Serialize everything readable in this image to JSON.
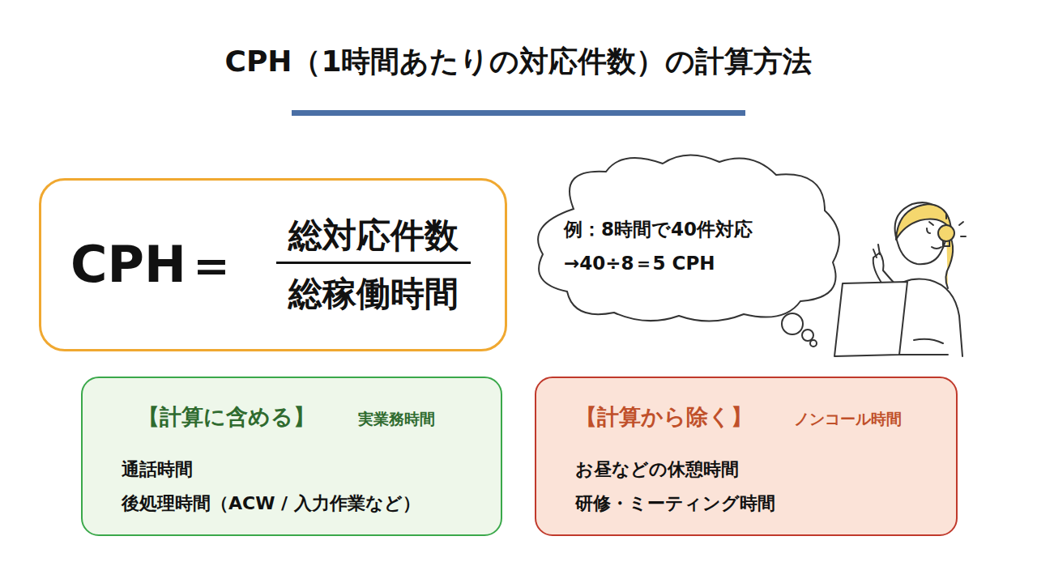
{
  "diagram": {
    "title": "CPH（1時間あたりの対応件数）の計算方法",
    "nodes": [
      {
        "text": [
          "CPH＝",
          "総対応件数",
          "総稼働時間"
        ]
      },
      {
        "text": [
          "例：8時間で40件対応",
          "→40÷8＝5 CPH"
        ]
      },
      {
        "text": [
          "【計算に含める】",
          "実業務時間",
          "通話時間",
          "後処理時間（ACW / 入力作業など）"
        ]
      },
      {
        "text": [
          "【計算から除く】",
          "ノンコール時間",
          "お昼などの休憩時間",
          "研修・ミーティング時間"
        ]
      }
    ]
  }
}
